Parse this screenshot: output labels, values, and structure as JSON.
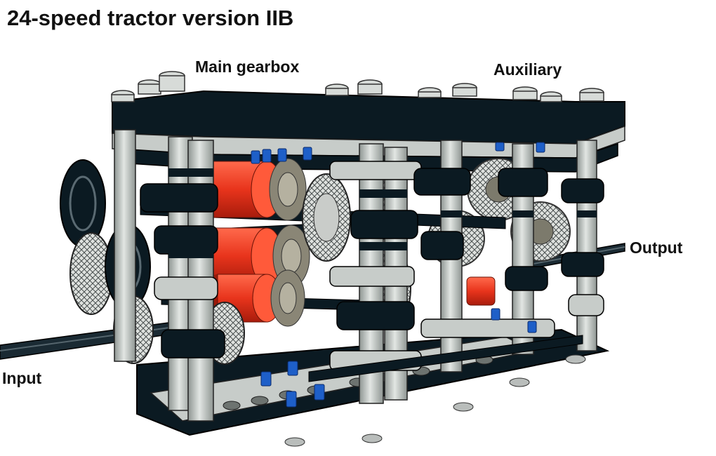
{
  "title": "24-speed tractor version IIB",
  "labels": {
    "main_gearbox": "Main gearbox",
    "auxiliary": "Auxiliary",
    "output": "Output",
    "input": "Input"
  },
  "colors": {
    "frame_black": "#0b1a22",
    "frame_gray": "#c7ccc9",
    "gear_red": "#e8341c",
    "gear_tan": "#8a8676",
    "pin_blue": "#1e5fc8",
    "gear_white": "#dde0dd"
  }
}
